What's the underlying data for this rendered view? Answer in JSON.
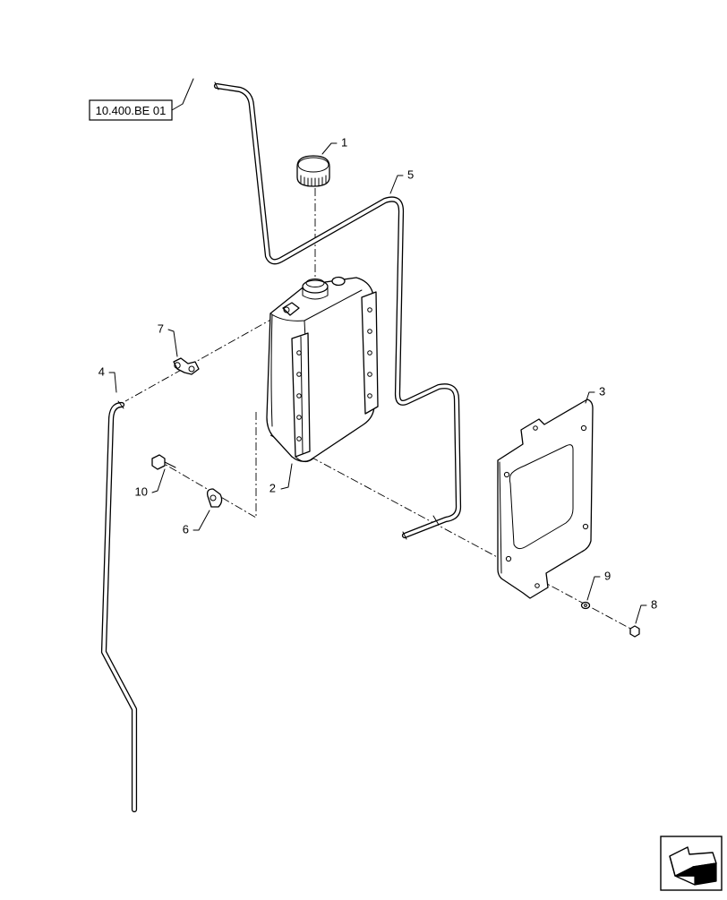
{
  "reference_box": {
    "label": "10.400.BE 01"
  },
  "callouts": [
    {
      "id": "1",
      "part": "tank-cap"
    },
    {
      "id": "2",
      "part": "reservoir-tank"
    },
    {
      "id": "3",
      "part": "mounting-bracket-plate"
    },
    {
      "id": "4",
      "part": "hose-left"
    },
    {
      "id": "5",
      "part": "hose-top"
    },
    {
      "id": "6",
      "part": "hose-clip"
    },
    {
      "id": "7",
      "part": "elbow-fitting"
    },
    {
      "id": "8",
      "part": "nut"
    },
    {
      "id": "9",
      "part": "washer"
    },
    {
      "id": "10",
      "part": "bolt"
    }
  ],
  "icons": {
    "nav": "direction-arrow-icon"
  }
}
